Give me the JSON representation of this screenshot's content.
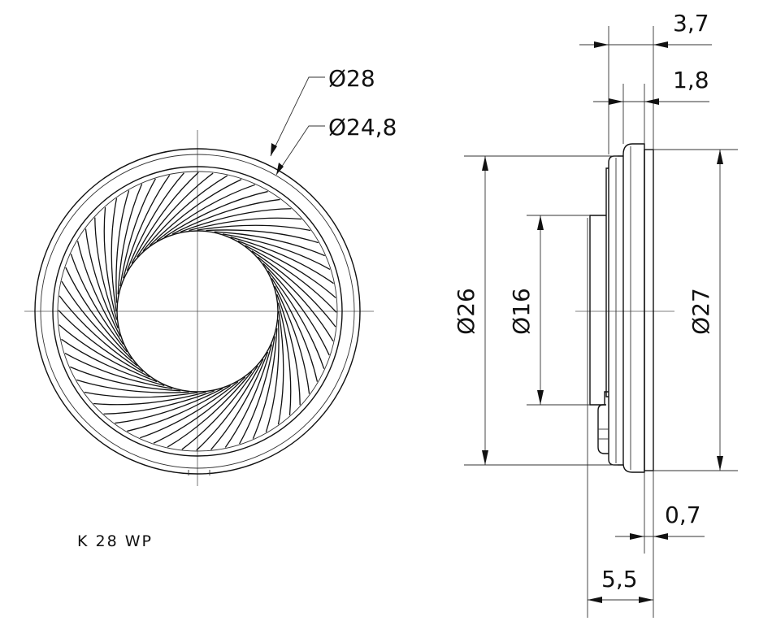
{
  "title": "K 28 WP",
  "dimensions": {
    "outer_diameter": "Ø28",
    "membrane_diameter": "Ø24,8",
    "rear_diameter": "Ø26",
    "magnet_diameter": "Ø16",
    "flange_diameter": "Ø27",
    "depth_front": "3,7",
    "flange_thickness": "1,8",
    "front_lip": "0,7",
    "total_depth": "5,5"
  },
  "membrane_ribs": 60
}
